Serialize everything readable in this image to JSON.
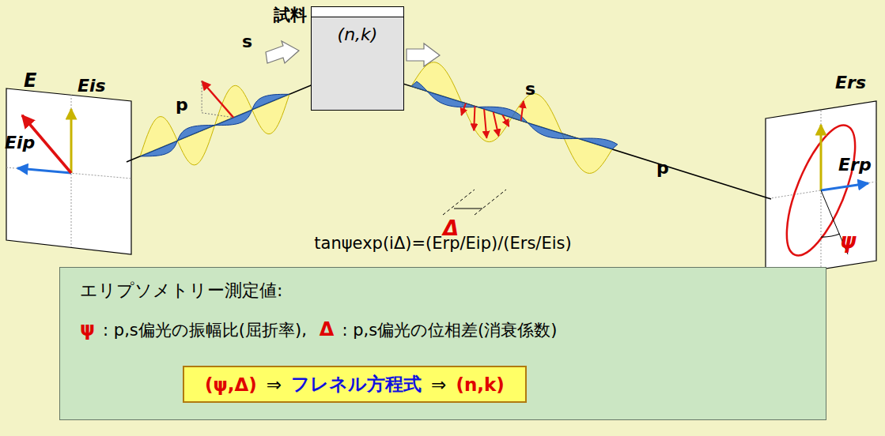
{
  "diagram": {
    "nodes": [
      {
        "text": [
          "試料",
          "(n,k)"
        ]
      },
      {
        "text": [
          "エリプソメトリー測定値:",
          "ψ",
          ": p,s偏光の振幅比(屈折率),",
          "Δ",
          ": p,s偏光の位相差(消衰係数)"
        ]
      },
      {
        "text": [
          "(ψ,Δ)",
          "⇒",
          "フレネル方程式",
          "⇒",
          "(n,k)"
        ],
        "in": 1
      }
    ],
    "labels": [
      "E",
      "Eis",
      "Eip",
      "p",
      "s",
      "s",
      "p",
      "Δ",
      "Ers",
      "Erp",
      "ψ",
      "tanψexp(iΔ)=(Erp/Eip)/(Ers/Eis)"
    ]
  }
}
